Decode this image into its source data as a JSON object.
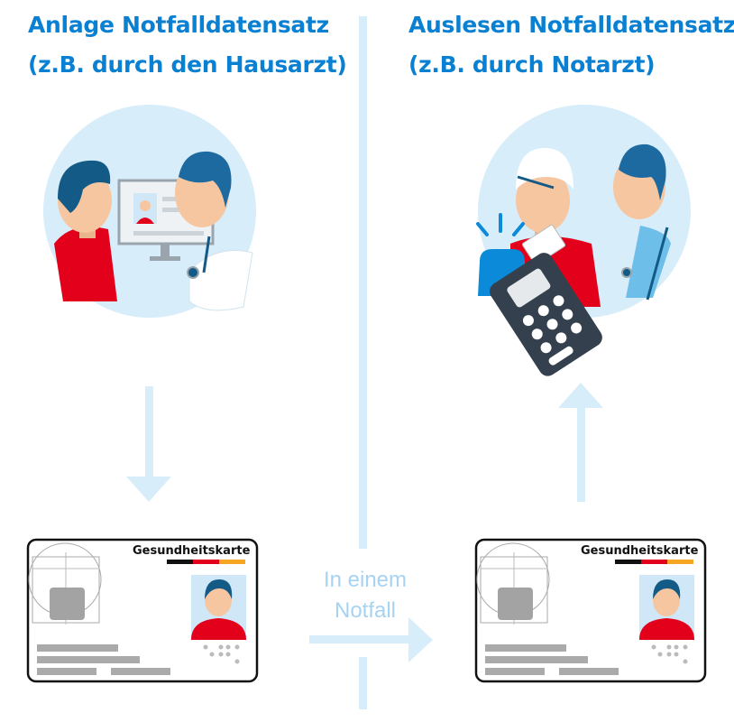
{
  "left": {
    "title_line1": "Anlage Notfalldatensatz",
    "title_line2": "(z.B. durch den Hausarzt)"
  },
  "right": {
    "title_line1": "Auslesen Notfalldatensatz",
    "title_line2": "(z.B. durch Notarzt)"
  },
  "middle": {
    "line1": "In einem",
    "line2": "Notfall"
  },
  "card": {
    "title": "Gesundheitskarte"
  },
  "colors": {
    "accent": "#0a80d2",
    "light": "#d8edfa",
    "red": "#e2001a",
    "hair": "#145a86"
  }
}
